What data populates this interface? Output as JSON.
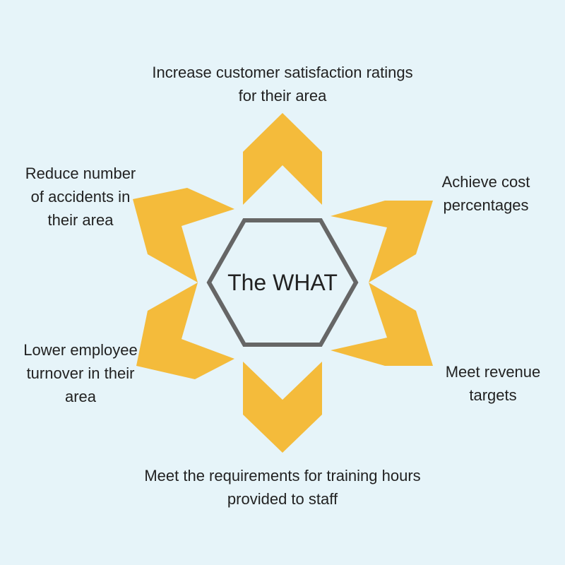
{
  "diagram": {
    "center_label": "The WHAT",
    "colors": {
      "background": "#e6f4f9",
      "arrow_fill": "#f4bb3b",
      "hexagon_stroke": "#666666",
      "text": "#222222"
    },
    "goals": [
      {
        "position": "top",
        "lines": [
          "Increase customer satisfaction ratings",
          "for their area"
        ]
      },
      {
        "position": "top-right",
        "lines": [
          "Achieve cost",
          "percentages"
        ]
      },
      {
        "position": "bottom-right",
        "lines": [
          "Meet revenue",
          "targets"
        ]
      },
      {
        "position": "bottom",
        "lines": [
          "Meet the requirements for training hours",
          "provided to staff"
        ]
      },
      {
        "position": "bottom-left",
        "lines": [
          "Lower employee",
          "turnover in their",
          "area"
        ]
      },
      {
        "position": "top-left",
        "lines": [
          "Reduce number",
          "of accidents in",
          "their area"
        ]
      }
    ]
  }
}
